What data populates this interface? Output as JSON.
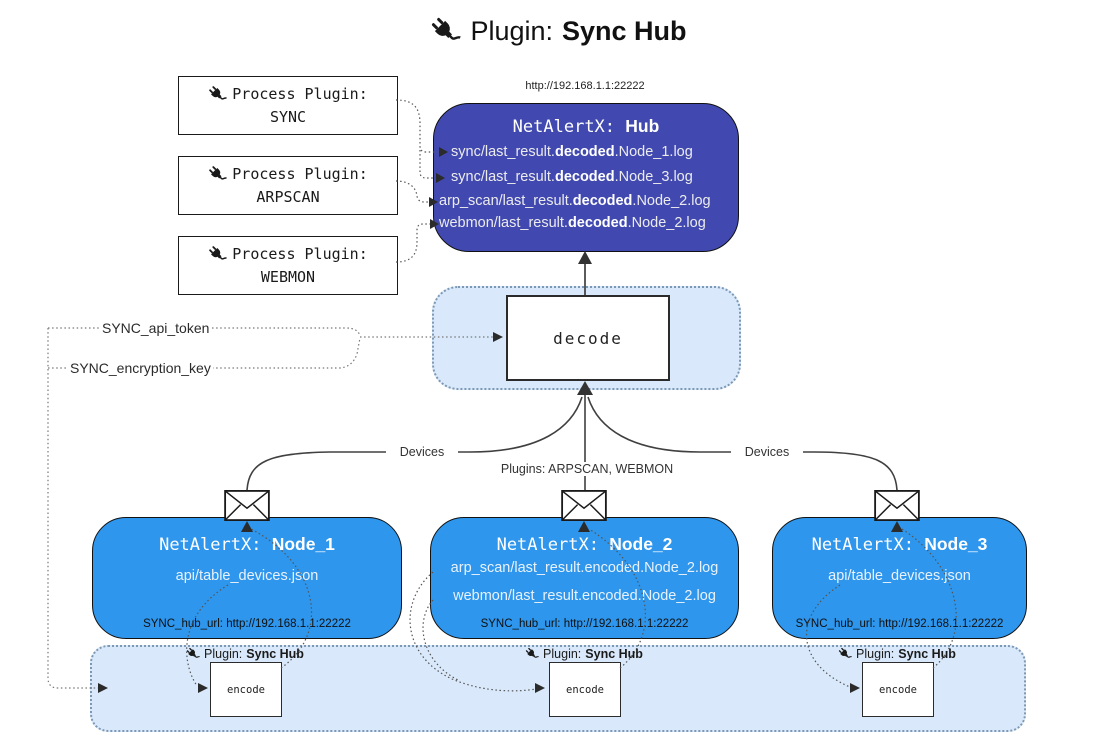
{
  "title": {
    "prefix": "Plugin:",
    "name": "Sync Hub"
  },
  "hub": {
    "url": "http://192.168.1.1:22222",
    "name_prefix": "NetAlertX:",
    "name": "Hub",
    "logs": [
      {
        "pre": "sync/last_result.",
        "bold": "decoded",
        "post": ".Node_1.log"
      },
      {
        "pre": "sync/last_result.",
        "bold": "decoded",
        "post": ".Node_3.log"
      },
      {
        "pre": "arp_scan/last_result.",
        "bold": "decoded",
        "post": ".Node_2.log"
      },
      {
        "pre": "webmon/last_result.",
        "bold": "decoded",
        "post": ".Node_2.log"
      }
    ]
  },
  "process_plugins": [
    {
      "label": "Process Plugin:",
      "name": "SYNC"
    },
    {
      "label": "Process Plugin:",
      "name": "ARPSCAN"
    },
    {
      "label": "Process Plugin:",
      "name": "WEBMON"
    }
  ],
  "decode": {
    "label": "decode"
  },
  "settings": {
    "api_token": "SYNC_api_token",
    "encryption_key": "SYNC_encryption_key"
  },
  "edges": {
    "left": "Devices",
    "middle": "Plugins: ARPSCAN, WEBMON",
    "right": "Devices"
  },
  "nodes": [
    {
      "name_prefix": "NetAlertX:",
      "name": "Node_1",
      "files": [
        "api/table_devices.json"
      ],
      "hub_url": "SYNC_hub_url: http://192.168.1.1:22222"
    },
    {
      "name_prefix": "NetAlertX:",
      "name": "Node_2",
      "files": [
        "arp_scan/last_result.encoded.Node_2.log",
        "webmon/last_result.encoded.Node_2.log"
      ],
      "hub_url": "SYNC_hub_url: http://192.168.1.1:22222"
    },
    {
      "name_prefix": "NetAlertX:",
      "name": "Node_3",
      "files": [
        "api/table_devices.json"
      ],
      "hub_url": "SYNC_hub_url: http://192.168.1.1:22222"
    }
  ],
  "encode_units": [
    {
      "badge_label": "Plugin:",
      "badge_name": "Sync Hub",
      "label": "encode"
    },
    {
      "badge_label": "Plugin:",
      "badge_name": "Sync Hub",
      "label": "encode"
    },
    {
      "badge_label": "Plugin:",
      "badge_name": "Sync Hub",
      "label": "encode"
    }
  ],
  "colors": {
    "hub_fill": "#4149b0",
    "node_fill": "#2e96ec",
    "container_fill": "#d9e9fb"
  }
}
